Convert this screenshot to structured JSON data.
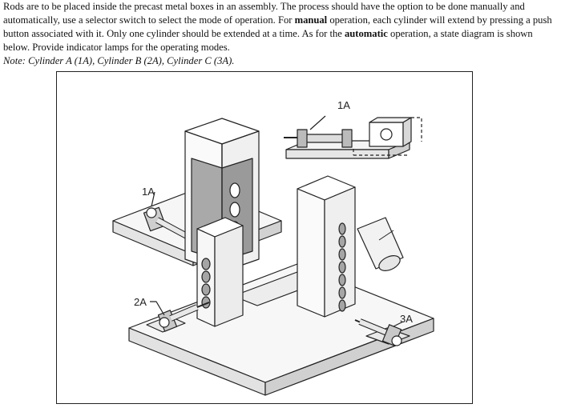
{
  "problem": {
    "seg1": "Rods are to be placed inside the precast metal boxes in an assembly. The process should have the option to be done manually and automatically, use a selector switch to select the mode of operation. For ",
    "manual_word": "manual",
    "seg2": " operation, each cylinder will extend by pressing a push button associated with it. Only one cylinder should be extended at a time. As for the ",
    "automatic_word": "automatic",
    "seg3": " operation, a state diagram is shown below. Provide indicator lamps for the operating modes.",
    "note": "Note: Cylinder A (1A), Cylinder B (2A), Cylinder C (3A)."
  },
  "figure": {
    "labels": {
      "inset_cylinder": "1A",
      "cylinder_a": "1A",
      "cylinder_b": "2A",
      "cylinder_c": "3A"
    }
  }
}
